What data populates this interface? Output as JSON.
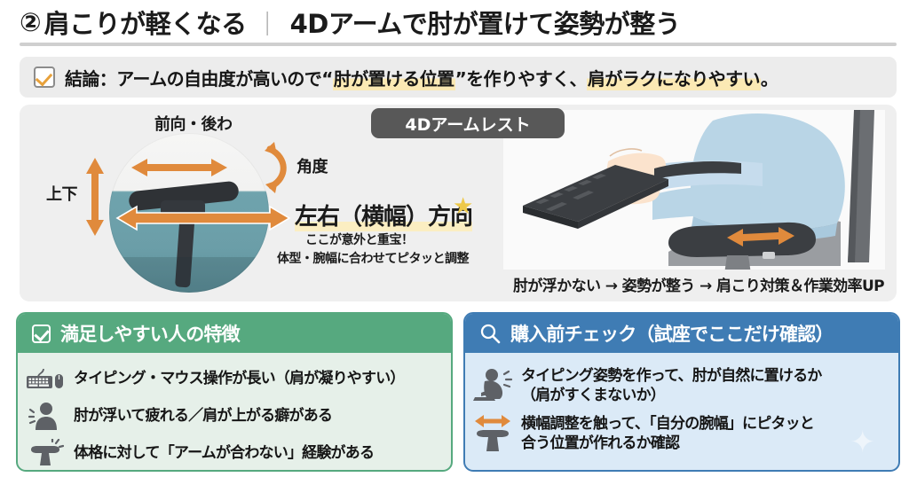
{
  "title": {
    "number": "②",
    "part_a": "肩こりが軽くなる",
    "separator": "｜",
    "part_b": "4Dアームで肘が置けて姿勢が整う"
  },
  "conclusion": {
    "icon": "checkbox-checked-icon",
    "prefix": "結論：アームの自由度が高いので“",
    "highlight_1": "肘が置ける位置",
    "middle": "”を作りやすく、",
    "highlight_2": "肩がラクになりやすい",
    "suffix": "。"
  },
  "panel": {
    "badge": "4Dアームレスト",
    "labels": {
      "front_back": "前向・後わ",
      "up_down": "上下",
      "angle": "角度",
      "left_right": "左右（横幅）方向",
      "star": "★",
      "sub_line_1": "ここが意外と重宝！",
      "sub_line_2": "体型・腕幅に合わせてピタッと調整"
    },
    "caption": "肘が浮かない → 姿勢が整う → 肩こり対策＆作業効率UP"
  },
  "cards": [
    {
      "id": "satisfied-people",
      "icon": "checkbox-checked-icon",
      "title": "満足しやすい人の特徴",
      "accent": "#56a97f",
      "body_bg": "#e6f0e9",
      "items": [
        {
          "icon": "keyboard-mouse-icon",
          "text": "タイピング・マウス操作が長い（肩が凝りやすい）"
        },
        {
          "icon": "person-shoulder-pain-icon",
          "text": "肘が浮いて疲れる／肩が上がる癖がある"
        },
        {
          "icon": "armrest-pain-icon",
          "text": "体格に対して「アームが合わない」経験がある"
        }
      ]
    },
    {
      "id": "pre-purchase-check",
      "icon": "search-icon",
      "title": "購入前チェック（試座でここだけ確認）",
      "accent": "#3f7cb4",
      "body_bg": "#dbeaf7",
      "items": [
        {
          "icon": "person-typing-posture-icon",
          "text": "タイピング姿勢を作って、肘が自然に置けるか\n（肩がすくまないか）"
        },
        {
          "icon": "armrest-width-arrow-icon",
          "text": "横幅調整を触って、「自分の腕幅」にピタッと\n合う位置が作れるか確認"
        }
      ]
    }
  ],
  "colors": {
    "green_accent": "#56a97f",
    "blue_accent": "#3f7cb4",
    "orange_arrow": "#e08a3c",
    "highlight_yellow": "#fbeec2",
    "star_gold": "#eec94a",
    "panel_bg": "#efefef",
    "badge_gray": "#585858"
  }
}
